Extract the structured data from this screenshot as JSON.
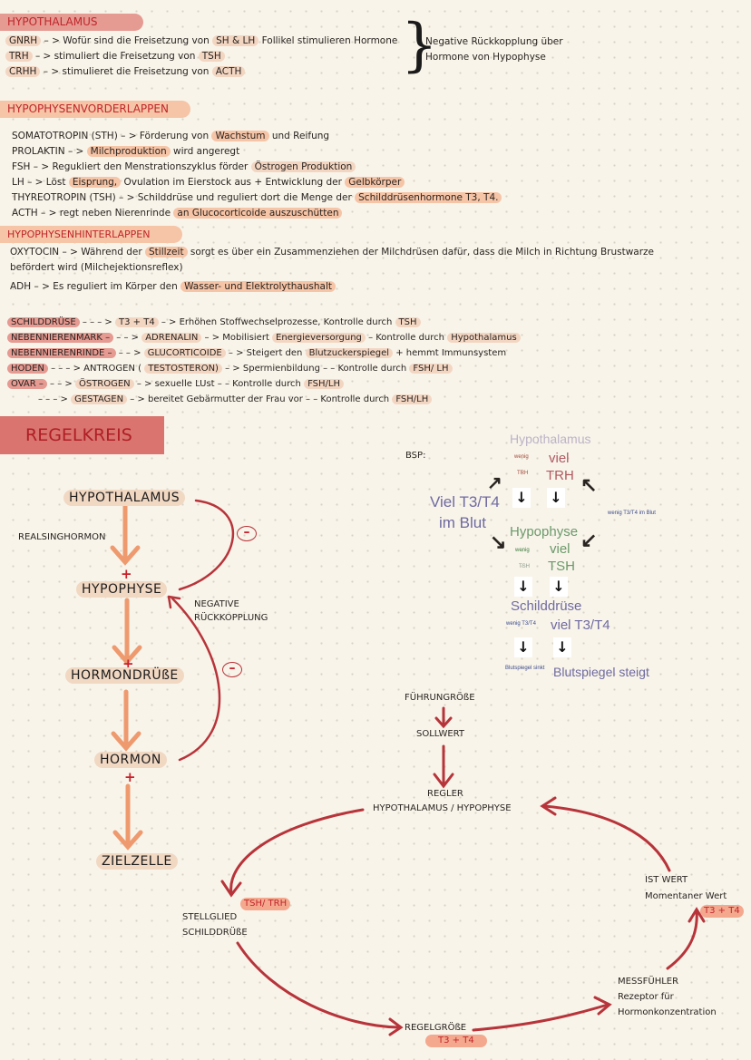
{
  "colors": {
    "background": "#f8f4ea",
    "section_red": "#e59a92",
    "section_peach": "#f6c4a6",
    "title_text": "#c0262b",
    "arrow_orange": "#ee9a6e",
    "arrow_red": "#b7343a"
  },
  "hypothalamus": {
    "title": "HYPOTHALAMUS",
    "lines": [
      {
        "a": "GNRH",
        "b": " – > Wofür sind die Freisetzung von ",
        "c": "SH & LH",
        "d": " Follikel stimulieren Hormone"
      },
      {
        "a": "TRH",
        "b": " – > stimuliert die Freisetzung von ",
        "c": "TSH"
      },
      {
        "a": "CRHH",
        "b": " – > stimulieret die Freisetzung von ",
        "c": "ACTH"
      }
    ],
    "brace_note_1": "Negative Rückkopplung über",
    "brace_note_2": "Hormone von Hypophyse"
  },
  "vorderlappen": {
    "title": "HYPOPHYSENVORDERLAPPEN",
    "lines": [
      {
        "a": "SOMATOTROPIN  (STH) – > Förderung von ",
        "h": "Wachstum",
        "c": " und Reifung"
      },
      {
        "a": "PROLAKTIN – > ",
        "h": "Milchproduktion",
        "c": " wird angeregt"
      },
      {
        "a": "FSH – > Regukliert den Menstrationszyklus förder ",
        "h": "Östrogen Produktion",
        "c": ""
      },
      {
        "a": "LH – > Löst ",
        "h": "Eisprung,",
        "c": " Ovulation im Eierstock aus + Entwicklung der ",
        "h2": "Gelbkörper"
      },
      {
        "a": "THYREOTROPIN (TSH) – > Schilddrüse und reguliert dort die Menge der ",
        "h": "Schilddrüsenhormone T3, T4.",
        "c": ""
      },
      {
        "a": "ACTH – > regt neben Nierenrinde ",
        "h": "an Glucocorticoide auszuschütten",
        "c": ""
      }
    ]
  },
  "hinterlappen": {
    "title": "HYPOPHYSENHINTERLAPPEN",
    "oxy_a": "OXYTOCIN – > Während der ",
    "oxy_h": "Stillzeit",
    "oxy_c": " sorgt es über ein Zusammenziehen der Milchdrüsen dafür, dass die Milch in Richtung Brustwarze",
    "oxy_d": "befördert wird (Milchejektionsreflex)",
    "adh_a": "ADH – > Es reguliert im Körper den ",
    "adh_h": "Wasser- und Elektrolythaushalt"
  },
  "glands": [
    {
      "gland": "SCHILDDRÜSE",
      "arrow": " – – – > ",
      "hormone": "T3 + T4",
      "rest": " – > Erhöhen Stoffwechselprozesse, Kontrolle durch ",
      "h": "TSH",
      "rest2": "",
      "h2": ""
    },
    {
      "gland": "NEBENNIERENMARK –",
      "arrow": " – – > ",
      "hormone": "ADRENALIN",
      "rest": " – > Mobilisiert ",
      "h": "Energieversorgung",
      "rest2": " – Kontrolle durch ",
      "h2": "Hypothalamus"
    },
    {
      "gland": "NEBENNIERENRINDE –",
      "arrow": " – –  > ",
      "hormone": "GLUCORTICOIDE",
      "rest": " – > Steigert den ",
      "h": "Blutzuckerspiegel",
      "rest2": " + hemmt Immunsystem",
      "h2": ""
    },
    {
      "gland": "HODEN",
      "arrow": " – – – >    ANTROGEN ( ",
      "hormone": "TESTOSTERON)",
      "rest": " – > Spermienbildung – – Kontrolle durch ",
      "h": "FSH/ LH",
      "rest2": "",
      "h2": ""
    },
    {
      "gland": "OVAR –",
      "arrow": " – – > ",
      "hormone": "ÖSTROGEN",
      "rest": " – > sexuelle LUst – – Kontrolle durch ",
      "h": "FSH/LH",
      "rest2": "",
      "h2": ""
    },
    {
      "gland": "",
      "arrow": "– – – > ",
      "hormone": "GESTAGEN",
      "rest": " – > bereitet Gebärmutter der Frau vor – – Kontrolle durch ",
      "h": "FSH/LH",
      "rest2": "",
      "h2": ""
    }
  ],
  "regelkreis": {
    "title": "REGELKREIS",
    "nodes": [
      "HYPOTHALAMUS",
      "HYPOPHYSE",
      "HORMONDRÜßE",
      "HORMON",
      "ZIELZELLE"
    ],
    "realsing": "REALSINGHORMON",
    "neg1": "NEGATIVE",
    "neg2": "RÜCKKOPPLUNG",
    "plus": "+",
    "minus": "–"
  },
  "example": {
    "bsp": "BSP:",
    "hypothalamus": "Hypothalamus",
    "wenig": "wenig",
    "trh_small": "TRH",
    "viel": "viel",
    "trh": "TRH",
    "viel_t3t4_blut_1": "Viel T3/T4",
    "viel_t3t4_blut_2": "im Blut",
    "wenig_t3t4_blut": "wenig T3/T4 im Blut",
    "hypophyse": "Hypophyse",
    "wenig2": "wenig",
    "viel2": "viel",
    "tsh_small": "TSH",
    "tsh": "TSH",
    "schilddruse": "Schilddrüse",
    "wenig_t3t4": "wenig T3/T4",
    "viel_t3t4": "viel T3/T4",
    "spiegel_sinkt": "Blutspiegel sinkt",
    "spiegel_steigt": "Blutspiegel steigt",
    "down_arrow": "↓"
  },
  "control_loop": {
    "fuehrung": "FÜHRUNGRÖßE",
    "sollwert": "SOLLWERT",
    "regler": "REGLER",
    "regler_sub": "HYPOTHALAMUS / HYPOPHYSE",
    "ist": "IST WERT",
    "ist_sub": "Momentaner Wert",
    "ist_tag": "T3 + T4",
    "stell": "STELLGLIED",
    "stell_sub": "SCHILDDRÜßE",
    "stell_tag": "TSH/ TRH",
    "mess": "MESSFÜHLER",
    "mess_sub1": "Rezeptor für",
    "mess_sub2": "Hormonkonzentration",
    "regelgroesse": "REGELGRÖßE",
    "regel_tag": "T3 + T4"
  }
}
